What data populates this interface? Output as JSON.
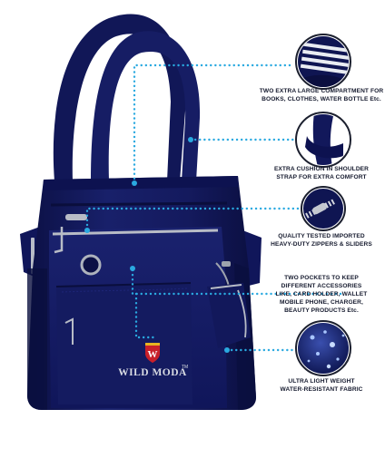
{
  "brand": {
    "name": "WILD MODA",
    "trademark": "TM",
    "logo_letter": "W",
    "logo_color": "#c8202a"
  },
  "colors": {
    "bag": "#141a5e",
    "bag_dark": "#0c1045",
    "callout_line": "#2aa9e0",
    "zipper": "#b8bcc6",
    "text": "#151a2e"
  },
  "features": [
    {
      "id": "compartment",
      "lines": [
        "TWO EXTRA LARGE COMPARTMENT FOR",
        "BOOKS, CLOTHES, WATER  BOTTLE Etc."
      ]
    },
    {
      "id": "cushion",
      "lines": [
        "EXTRA CUSHION IN SHOULDER",
        "STRAP FOR EXTRA COMFORT"
      ]
    },
    {
      "id": "zippers",
      "lines": [
        "QUALITY TESTED IMPORTED",
        "HEAVY-DUTY ZIPPERS & SLIDERS"
      ]
    },
    {
      "id": "pockets",
      "lines": [
        "TWO POCKETS TO KEEP",
        "DIFFERENT ACCESSORIES",
        "LIKE, CARD HOLDER, WALLET",
        "MOBILE PHONE, CHARGER,",
        "BEAUTY PRODUCTS Etc."
      ]
    },
    {
      "id": "fabric",
      "lines": [
        "ULTRA LIGHT WEIGHT",
        "WATER-RESISTANT FABRIC"
      ]
    }
  ]
}
